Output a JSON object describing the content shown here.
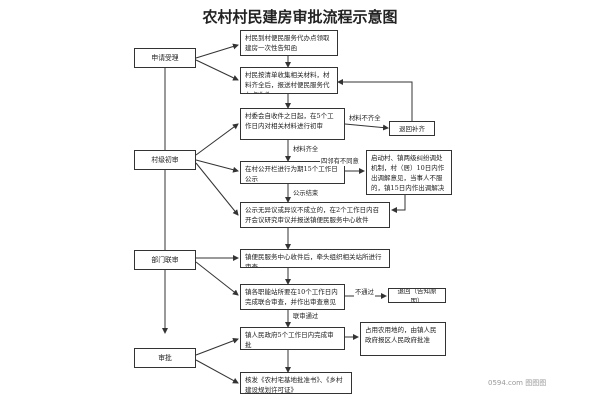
{
  "title": "农村村民建房审批流程示意图",
  "stages": {
    "apply": "申请受理",
    "village": "村级初审",
    "dept": "部门联审",
    "approve": "审批"
  },
  "boxes": {
    "b1": "村民到村便民服务代办点领取建房一次性告知函",
    "b2": "村民按清单收集相关材料，材料齐全后，报送村便民服务代办点收件",
    "b3": "村委会自收件之日起，在5个工作日内对相关材料进行初审",
    "b4": "在村公开栏进行为期15个工作日公示",
    "b5": "公示无异议或异议不成立的，在2个工作日内召开会议研究审议并报送镇便民服务中心收件",
    "b6": "镇便民服务中心收件后，牵头组织相关站所进行审查",
    "b7": "镇各职能站所要在10个工作日内完成联合审查，并作出审查意见",
    "b8": "镇人民政府5个工作日内完成审批",
    "b9": "核发《农村宅基地批准书》、《乡村建设规划许可证》",
    "return_fix": "退回补齐",
    "dispute": "启动村、镇两级纠纷调处机制，村（居）10日内作出调解意见，当事人不服的，镇15日内作出调解决定书",
    "return_notice": "退回（告知原因）",
    "farmland": "占用农用地的，由镇人民政府报区人民政府批准"
  },
  "labels": {
    "incomplete": "材料不齐全",
    "complete": "材料齐全",
    "objection": "四邻有不同意",
    "publish_end": "公示结束",
    "not_pass": "不通过",
    "pass": "联审通过"
  },
  "watermark": "0594.com 图图图"
}
